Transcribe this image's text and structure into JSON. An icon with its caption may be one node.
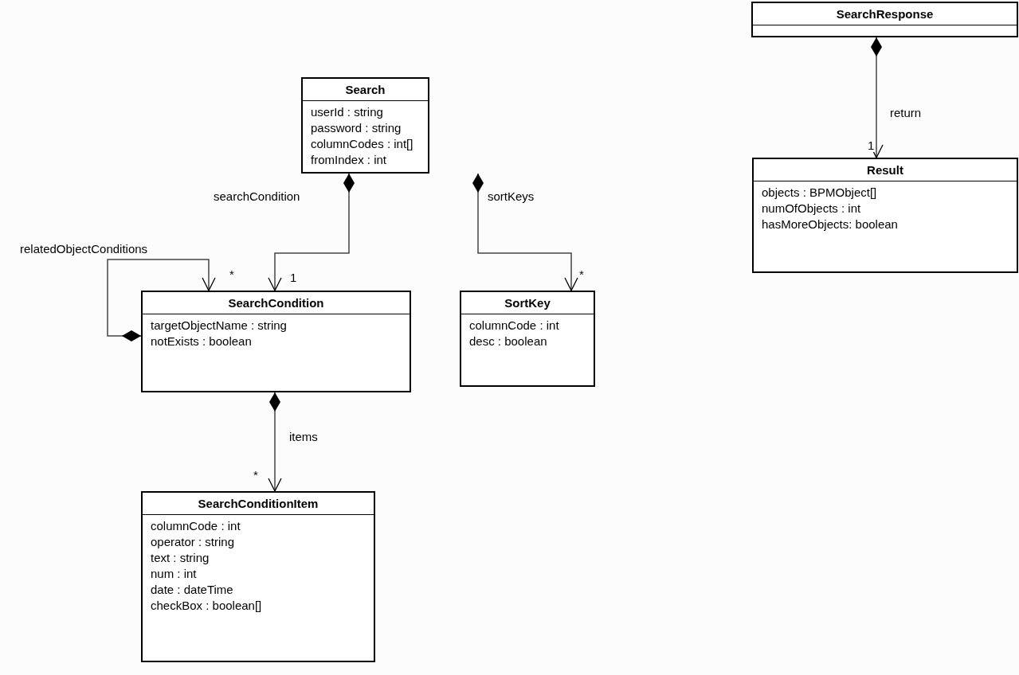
{
  "diagram": {
    "nodes": [
      {
        "text": [
          "Search",
          "userId : string",
          "password : string",
          "columnCodes : int[]",
          "fromIndex : int"
        ]
      },
      {
        "text": [
          "SearchResponse"
        ]
      },
      {
        "text": [
          "Result",
          "objects : BPMObject[]",
          "numOfObjects : int",
          "hasMoreObjects: boolean"
        ]
      },
      {
        "text": [
          "SearchCondition",
          "targetObjectName : string",
          "notExists : boolean"
        ]
      },
      {
        "text": [
          "SortKey",
          "columnCode : int",
          "desc : boolean"
        ]
      },
      {
        "text": [
          "SearchConditionItem",
          "columnCode : int",
          "operator : string",
          "text : string",
          "num : int",
          "date : dateTime",
          "checkBox : boolean[]"
        ]
      }
    ],
    "edges": [
      {
        "from": 0,
        "to": 3,
        "arrow": "to",
        "label": "searchCondition"
      },
      {
        "from": 0,
        "to": 4,
        "arrow": "to",
        "label": "sortKeys"
      },
      {
        "from": 3,
        "to": 3,
        "arrow": "to",
        "label": "relatedObjectConditions"
      },
      {
        "from": 3,
        "to": 5,
        "arrow": "to",
        "label": "items"
      },
      {
        "from": 1,
        "to": 2,
        "arrow": "to",
        "label": "return"
      }
    ],
    "labels": [
      "1",
      "*",
      "1",
      "*",
      "*"
    ]
  }
}
